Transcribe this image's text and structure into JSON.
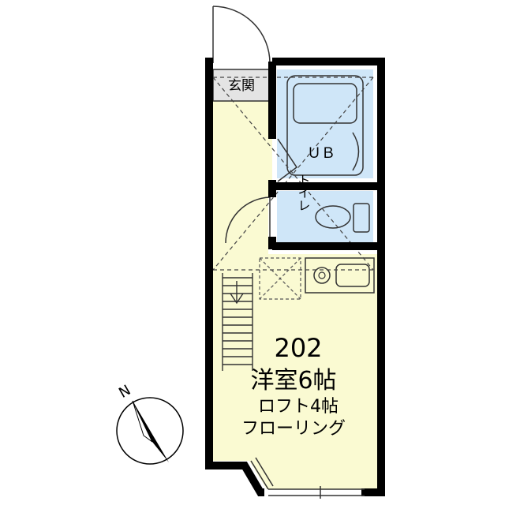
{
  "unit": {
    "number": "202",
    "room_type": "洋室6帖",
    "loft": "ロフト4帖",
    "flooring": "フローリング"
  },
  "rooms": {
    "entrance": "玄関",
    "bath": "ＵＢ",
    "toilet": "トイレ"
  },
  "compass": {
    "north_label": "N"
  },
  "colors": {
    "room_fill": "#fafad2",
    "wet_fill": "#cfe6f8",
    "wall": "#000000",
    "line": "#333333",
    "entrance_fill": "#e4e4e4"
  }
}
